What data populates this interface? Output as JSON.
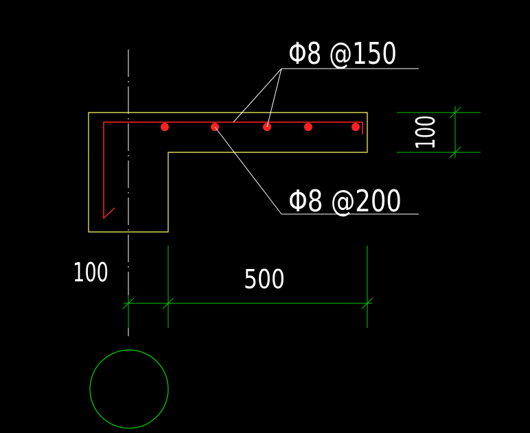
{
  "labels": {
    "top_rebar": "Φ8 @150",
    "bottom_rebar": "Φ8 @200",
    "thickness": "100",
    "left_offset": "100",
    "cantilever_length": "500"
  },
  "colors": {
    "background": "#000000",
    "outline": "#ffff66",
    "rebar": "#ff2222",
    "dimension": "#00cc00",
    "leader": "#ffffff",
    "text": "#ffffff"
  },
  "icons": {
    "axis_bubble": "circle-icon"
  }
}
